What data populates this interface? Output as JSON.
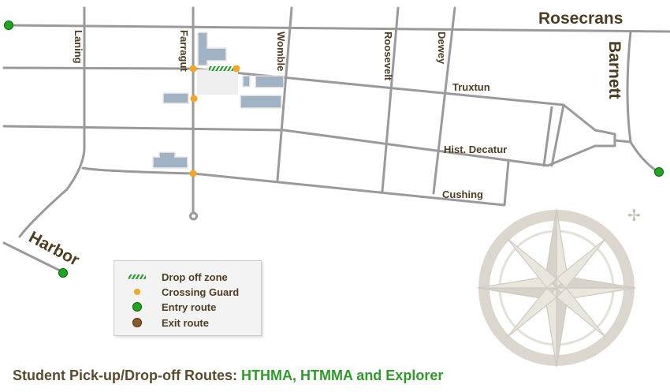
{
  "streets": {
    "rosecrans": "Rosecrans",
    "barnett": "Barnett",
    "harbor": "Harbor",
    "laning": "Laning",
    "farragut": "Farragut",
    "womble": "Womble",
    "roosevelt": "Roosevelt",
    "dewey": "Dewey",
    "truxtun": "Truxtun",
    "hist_decatur": "Hist. Decatur",
    "cushing": "Cushing"
  },
  "legend": {
    "items": [
      {
        "label": "Drop off zone",
        "icon": "hatched-green-stripe"
      },
      {
        "label": "Crossing Guard",
        "icon": "orange-dot"
      },
      {
        "label": "Entry route",
        "icon": "green-dot"
      },
      {
        "label": "Exit route",
        "icon": "brown-dot"
      }
    ]
  },
  "title": {
    "prefix": "Student Pick-up/Drop-off Routes:",
    "schools": "HTHMA, HTMMA and Explorer"
  },
  "colors": {
    "road": "#9a9a9a",
    "guard": "#f5a623",
    "entry": "#1fa81f",
    "exit": "#8a5a2b",
    "building": "#9fb3c4",
    "title": "#5a4a2e",
    "accent": "#2f9a2a"
  }
}
